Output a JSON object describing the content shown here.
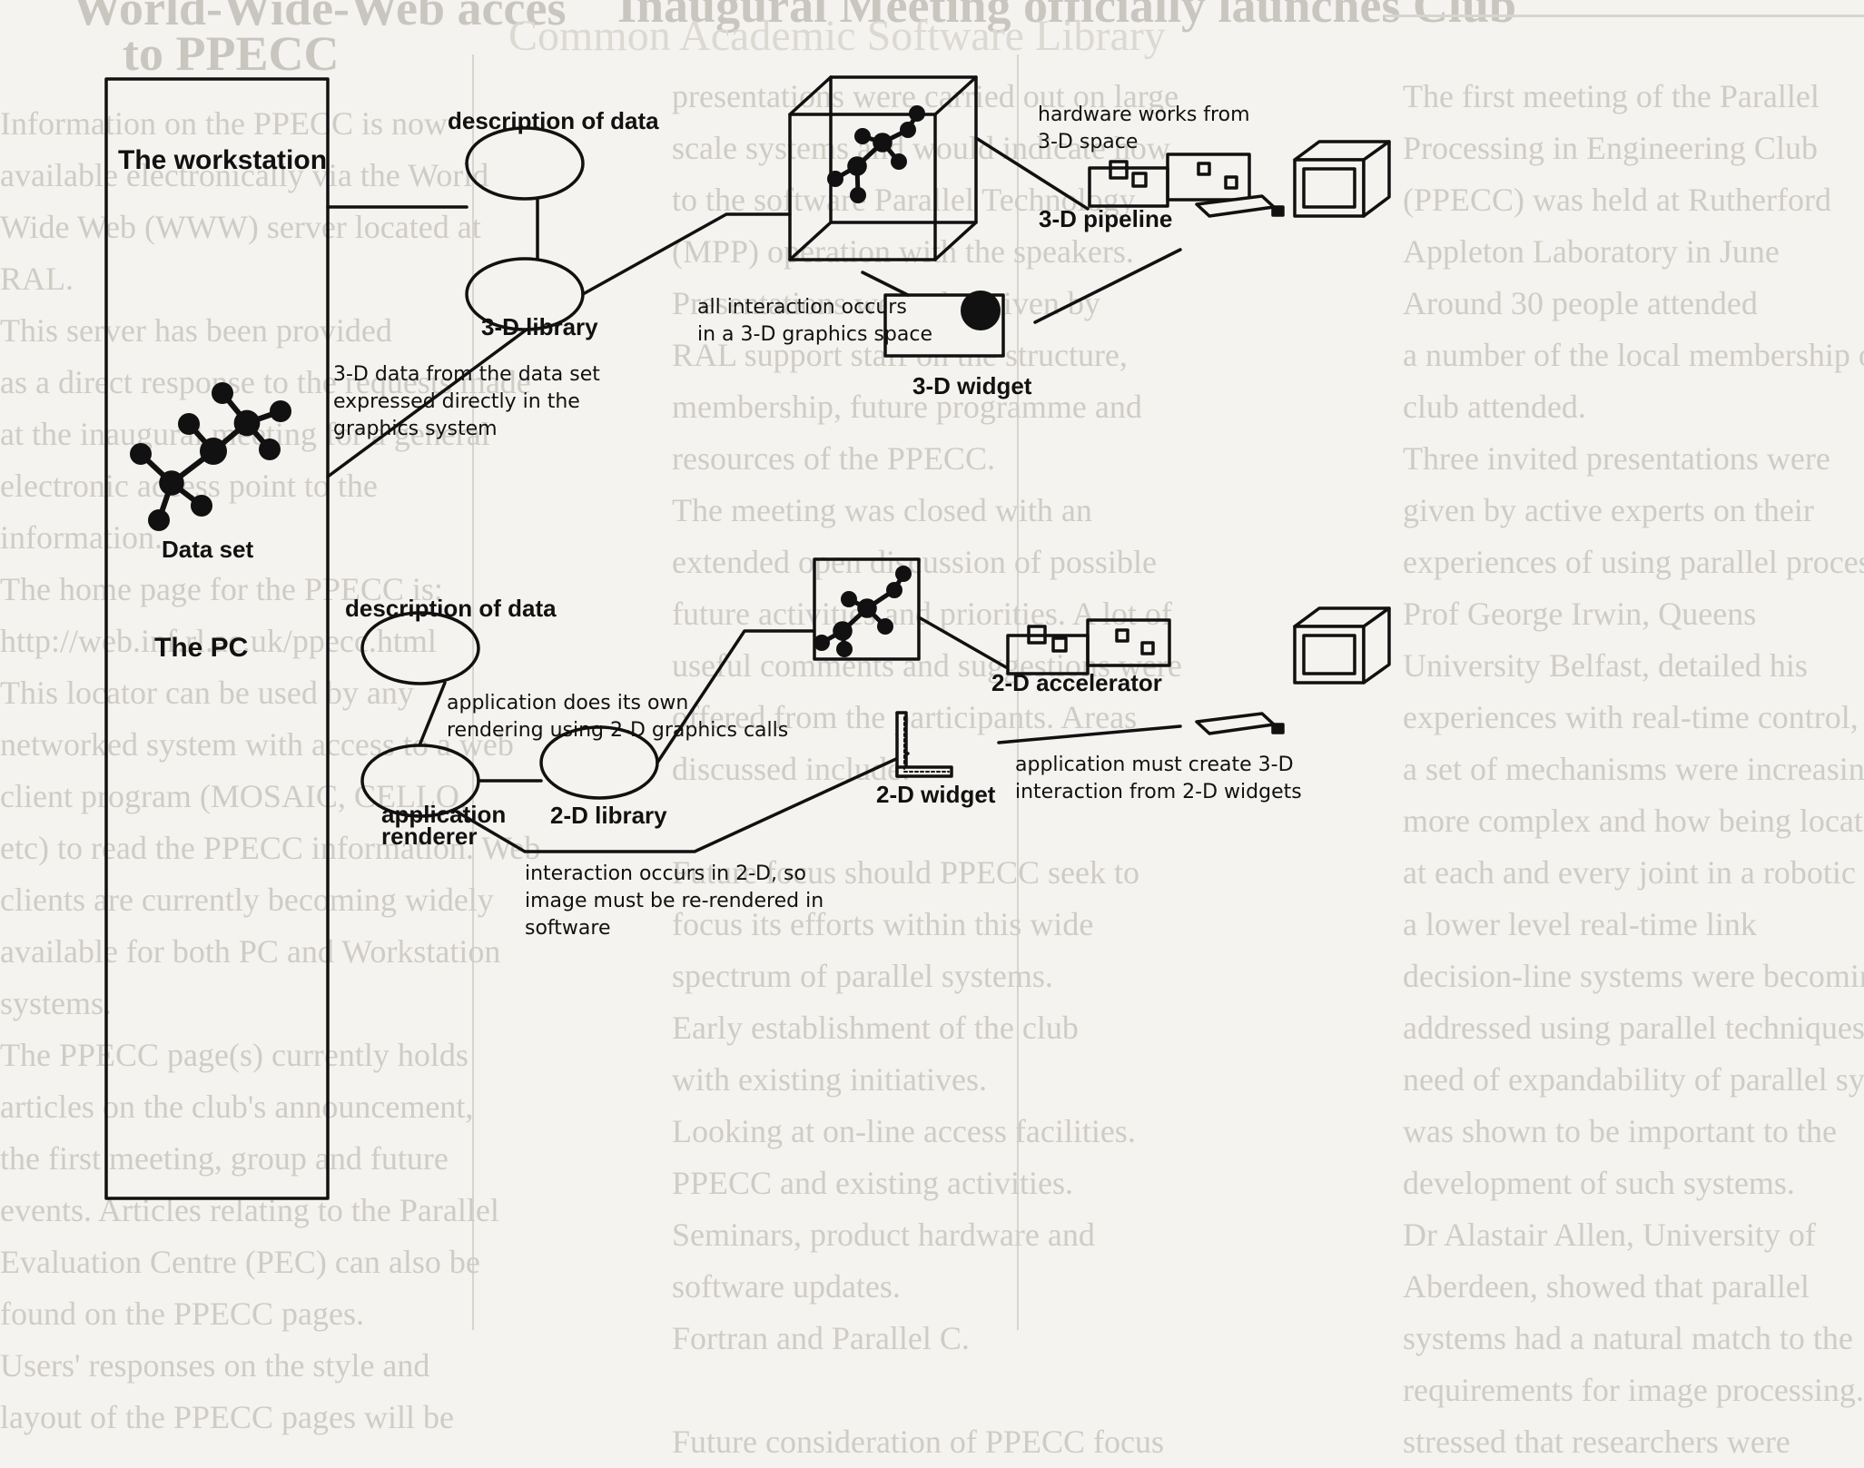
{
  "background_text": {
    "headline_left": "World-Wide-Web acces",
    "headline_left_2": "to PPECC",
    "headline_mid": "Inaugural Meeting officially launches Club",
    "headline_mid_faint": "Common Academic Software Library",
    "left_column": [
      "Information on the PPECC is now",
      "available electronically via the World",
      "Wide Web (WWW) server located at",
      "RAL.",
      "This server has been provided",
      "as a direct response to the requests made",
      "at the inaugural meeting for a general",
      "electronic access point to the",
      "information.",
      "The home page for the PPECC is:",
      "http://web.inf.rl.ac.uk/ppecc.html",
      "This locator can be used by any",
      "networked system with access to a web",
      "client program (MOSAIC, CELLO,",
      "etc) to read the PPECC information. Web",
      "clients are currently becoming widely",
      "available for both PC and Workstation",
      "systems.",
      "The PPECC page(s) currently holds",
      "articles on the club's announcement,",
      "the first meeting, group and future",
      "events. Articles relating to the Parallel",
      "Evaluation Centre (PEC) can also be",
      "found on the PPECC pages.",
      "Users' responses on the style and",
      "layout of the PPECC pages will be"
    ],
    "mid_column": [
      "presentations were carried out on large",
      "scale systems and would indicate how",
      "to the software Parallel Technology",
      "(MPP) operation with the speakers.",
      "Presentations were also given by",
      "RAL support staff on the structure,",
      "membership, future programme and",
      "resources of the PPECC.",
      "The meeting was closed with an",
      "extended open discussion of possible",
      "future activities and priorities. A lot of",
      "useful comments and suggestions were",
      "offered from the participants. Areas",
      "discussed include:",
      "",
      "Future focus should PPECC seek to",
      "focus its efforts within this wide",
      "spectrum of parallel systems.",
      "Early establishment of the club",
      "with existing initiatives.",
      "Looking at on-line access facilities.",
      "PPECC and existing activities.",
      "Seminars, product hardware and",
      "software updates.",
      "Fortran and Parallel C.",
      "",
      "Future consideration of PPECC focus"
    ],
    "right_column": [
      "The first meeting of the Parallel",
      "Processing in Engineering Club",
      "(PPECC) was held at Rutherford",
      "Appleton Laboratory in June",
      "Around 30 people attended",
      "a number of the local membership of the",
      "club attended.",
      "Three invited presentations were",
      "given by active experts on their",
      "experiences of using parallel processing.",
      "Prof George Irwin, Queens",
      "University Belfast, detailed his",
      "experiences with real-time control,",
      "a set of mechanisms were increasingly",
      "more complex and how being located",
      "at each and every joint in a robotic arm",
      "a lower level real-time link",
      "decision-line systems were becoming",
      "addressed using parallel techniques. The",
      "need of expandability of parallel systems",
      "was shown to be important to the",
      "development of such systems.",
      "Dr Alastair Allen, University of",
      "Aberdeen, showed that parallel",
      "systems had a natural match to the",
      "requirements for image processing. He",
      "stressed that researchers were"
    ]
  },
  "diagram": {
    "workstation_label": "The workstation",
    "pc_label": "The PC",
    "data_set_label": "Data set",
    "desc_data_top": "description of data",
    "desc_data_bottom": "description of data",
    "lib_3d": "3-D library",
    "lib_2d": "2-D library",
    "app_renderer_1": "application",
    "app_renderer_2": "renderer",
    "pipeline_3d": "3-D pipeline",
    "widget_3d": "3-D widget",
    "accel_2d": "2-D accelerator",
    "widget_2d": "2-D widget",
    "note_hw_1": "hardware works from",
    "note_hw_2": "3-D space",
    "note_interact3d_1": "all interaction occurs",
    "note_interact3d_2": "in a 3-D graphics space",
    "note_3ddata_1": "3-D data from the data set",
    "note_3ddata_2": "expressed directly in the",
    "note_3ddata_3": "graphics system",
    "note_app_render_1": "application does its own",
    "note_app_render_2": "rendering using 2-D graphics calls",
    "note_interact2d_1": "interaction occurs in 2-D, so",
    "note_interact2d_2": "image must be re-rendered in",
    "note_interact2d_3": "software",
    "note_app_create_1": "application must create 3-D",
    "note_app_create_2": "interaction from 2-D widgets"
  }
}
